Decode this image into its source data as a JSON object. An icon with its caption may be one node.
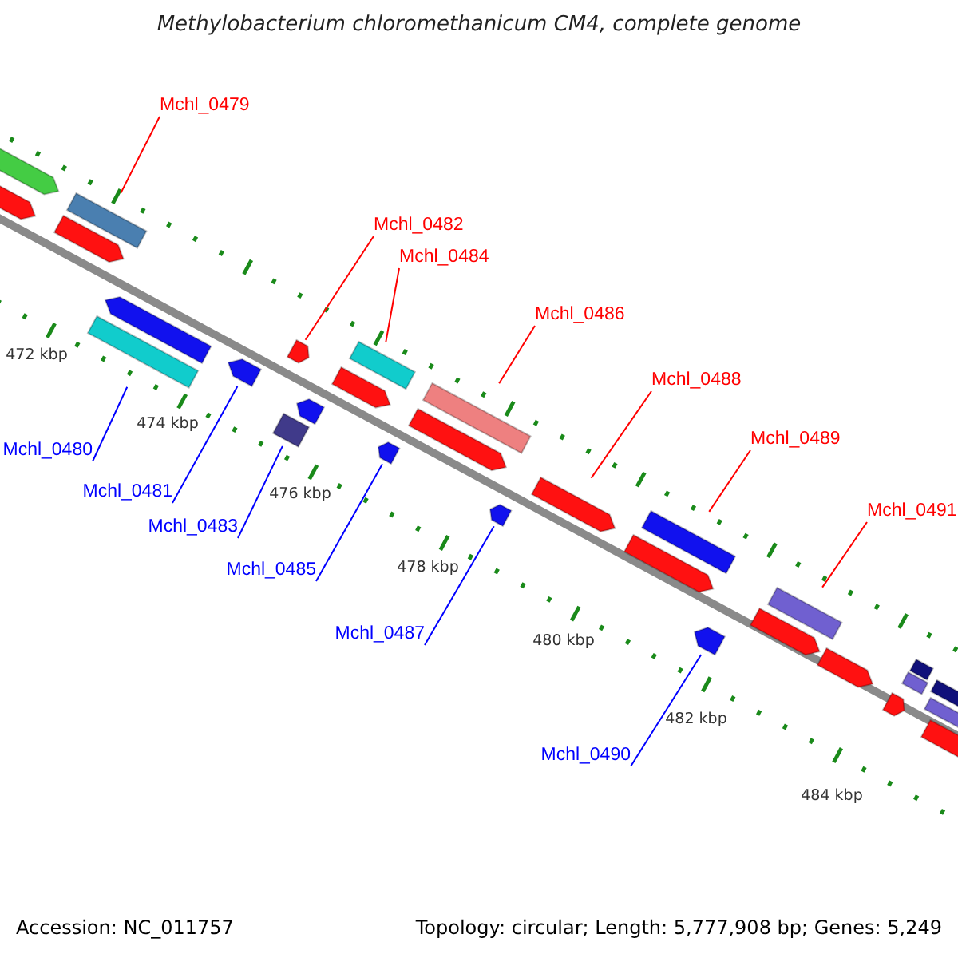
{
  "diagram": {
    "title": "Methylobacterium chloromethanicum CM4, complete genome",
    "nodes": [
      {
        "text": [
          "Mchl_0479"
        ]
      },
      {
        "text": [
          "Mchl_0482"
        ]
      },
      {
        "text": [
          "Mchl_0484"
        ]
      },
      {
        "text": [
          "Mchl_0486"
        ]
      },
      {
        "text": [
          "Mchl_0488"
        ]
      },
      {
        "text": [
          "Mchl_0489"
        ]
      },
      {
        "text": [
          "Mchl_0491"
        ]
      },
      {
        "text": [
          "Mchl_0480"
        ]
      },
      {
        "text": [
          "Mchl_0481"
        ]
      },
      {
        "text": [
          "Mchl_0483"
        ]
      },
      {
        "text": [
          "Mchl_0485"
        ]
      },
      {
        "text": [
          "Mchl_0487"
        ]
      },
      {
        "text": [
          "Mchl_0490"
        ]
      },
      {
        "text": [],
        "shape": "bar"
      },
      {
        "text": [],
        "shape": "bar"
      },
      {
        "text": [],
        "shape": "bar"
      },
      {
        "text": [],
        "shape": "bar"
      },
      {
        "text": [],
        "shape": "bar"
      },
      {
        "text": [],
        "shape": "bar"
      },
      {
        "text": [],
        "shape": "bar"
      },
      {
        "text": [],
        "shape": "bar"
      },
      {
        "text": [],
        "shape": "bar"
      },
      {
        "text": [],
        "shape": "bar"
      },
      {
        "text": [],
        "shape": "bar"
      },
      {
        "text": [],
        "shape": "bar"
      },
      {
        "text": [],
        "shape": "bar"
      },
      {
        "text": [],
        "shape": "bar"
      },
      {
        "text": [],
        "shape": "bar"
      },
      {
        "text": [],
        "shape": "bar"
      },
      {
        "text": [],
        "shape": "bar"
      },
      {
        "text": [],
        "shape": "bar"
      },
      {
        "text": [],
        "shape": "bar"
      },
      {
        "text": [],
        "shape": "bar"
      },
      {
        "text": [],
        "shape": "bar"
      },
      {
        "text": [],
        "shape": "bar"
      },
      {
        "text": [],
        "shape": "bar"
      },
      {
        "text": [],
        "shape": "bar"
      },
      {
        "text": [],
        "shape": "bar"
      },
      {
        "text": [],
        "shape": "bar"
      },
      {
        "text": [],
        "shape": "bar"
      },
      {
        "text": [],
        "shape": "bar"
      },
      {
        "text": [],
        "shape": "bar"
      }
    ],
    "edges": [
      {
        "from": 0,
        "to": 16,
        "arrow": "none"
      },
      {
        "from": 1,
        "to": 21,
        "arrow": "none"
      },
      {
        "from": 2,
        "to": 24,
        "arrow": "none"
      },
      {
        "from": 3,
        "to": 27,
        "arrow": "none"
      },
      {
        "from": 4,
        "to": 29,
        "arrow": "none"
      },
      {
        "from": 5,
        "to": 31,
        "arrow": "none"
      },
      {
        "from": 6,
        "to": 34,
        "arrow": "none"
      },
      {
        "from": 7,
        "to": 17,
        "arrow": "none",
        "color": "#0000ff"
      },
      {
        "from": 8,
        "to": 19,
        "arrow": "none",
        "color": "#0000ff"
      },
      {
        "from": 9,
        "to": 20,
        "arrow": "none",
        "color": "#0000ff"
      },
      {
        "from": 10,
        "to": 25,
        "arrow": "none",
        "color": "#0000ff"
      },
      {
        "from": 11,
        "to": 28,
        "arrow": "none",
        "color": "#0000ff"
      },
      {
        "from": 12,
        "to": 32,
        "arrow": "none",
        "color": "#0000ff"
      }
    ],
    "labels": [
      "472 kbp",
      "474 kbp",
      "476 kbp",
      "478 kbp",
      "480 kbp",
      "482 kbp",
      "484 kbp",
      "Accession: NC_011757",
      "Topology: circular; Length: 5,777,908 bp; Genes: 5,249"
    ]
  }
}
